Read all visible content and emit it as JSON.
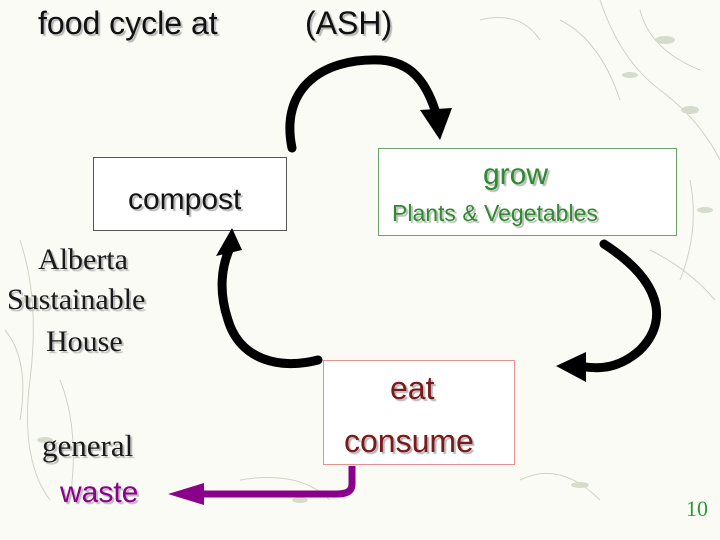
{
  "title": {
    "left": "food cycle at",
    "right": "(ASH)"
  },
  "nodes": {
    "compost": "compost",
    "grow": "grow",
    "grow_sub": "Plants & Vegetables",
    "eat": "eat",
    "consume": "consume",
    "waste": "waste",
    "general": "general"
  },
  "house_label": [
    "Alberta",
    "Sustainable",
    "House"
  ],
  "page_number": "10",
  "colors": {
    "grow": "#2e8b2e",
    "eat": "#7a1a1a",
    "waste_arrow": "#8b008b",
    "cycle_arrow": "#000000"
  }
}
